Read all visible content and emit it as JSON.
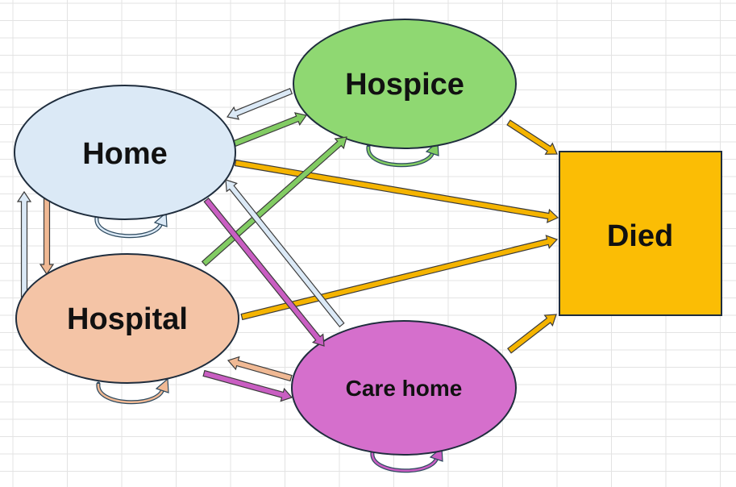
{
  "nodes": {
    "home": {
      "label": "Home",
      "color": "#dbe9f6"
    },
    "hospice": {
      "label": "Hospice",
      "color": "#8fd872"
    },
    "hospital": {
      "label": "Hospital",
      "color": "#f4c4a6"
    },
    "care_home": {
      "label": "Care home",
      "color": "#d56fcc"
    },
    "died": {
      "label": "Died",
      "color": "#fbbd05"
    }
  },
  "arrow_colors": {
    "to_died": "#f5b400",
    "to_hospice": "#82cc63",
    "from_home": "#dbe9f6",
    "from_hospital": "#f0b994",
    "from_care_home": "#c95ec2",
    "outline": "#3b3b3b"
  }
}
